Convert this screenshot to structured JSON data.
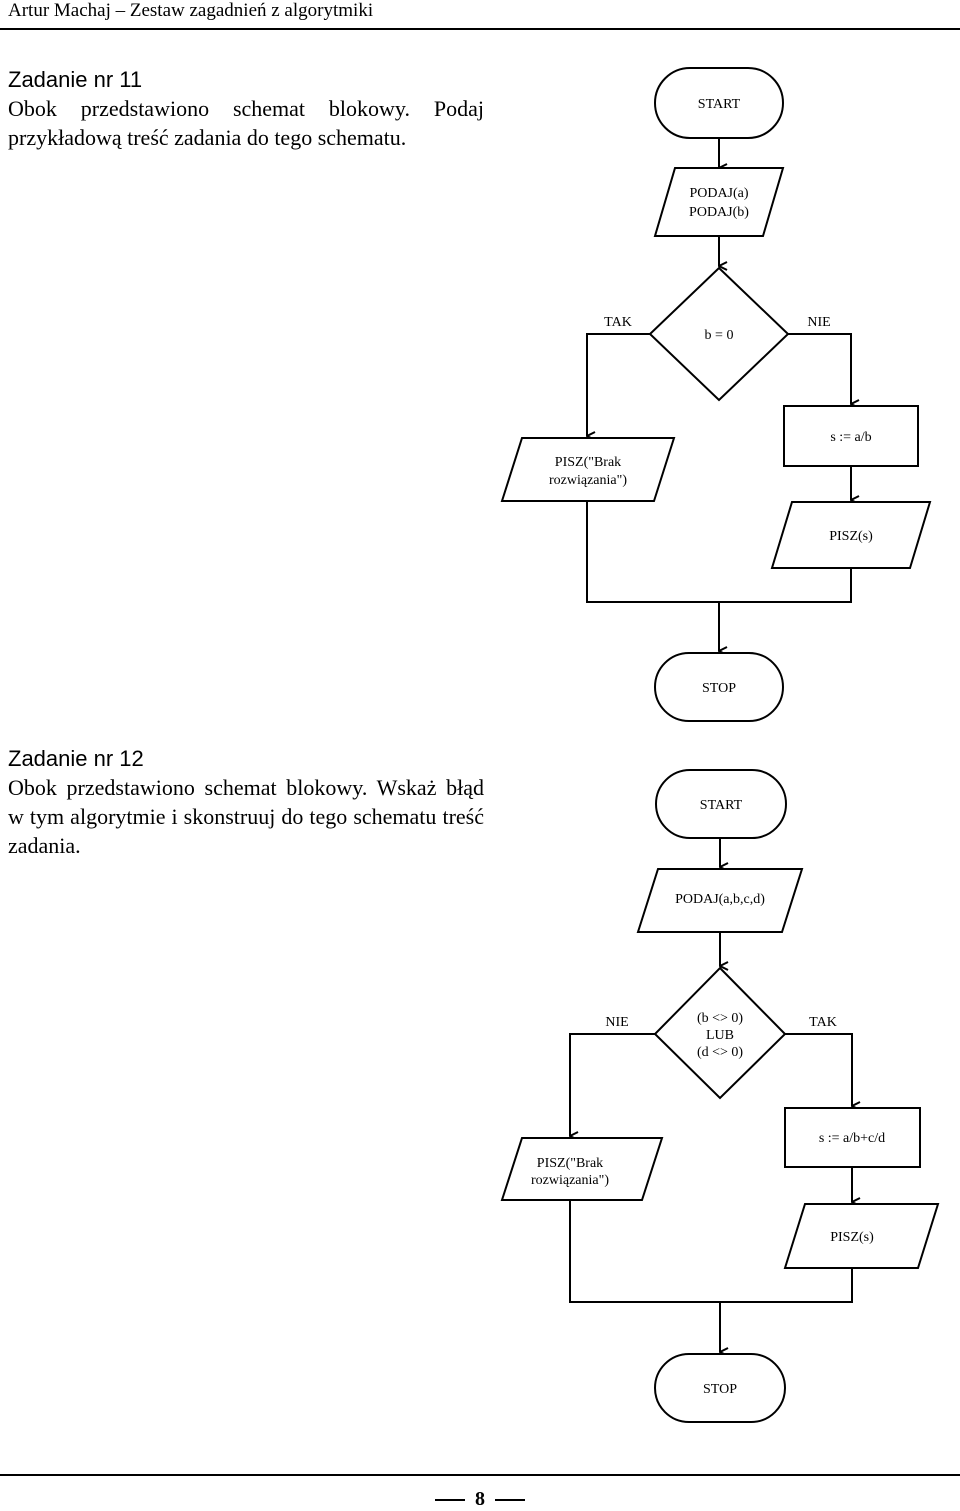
{
  "header": {
    "text": "Artur Machaj – Zestaw zagadnień z algorytmiki"
  },
  "task11": {
    "title": "Zadanie nr 11",
    "body": "Obok przedstawiono schemat blokowy. Podaj przykładową treść zadania do tego schematu.",
    "flow": {
      "start": "START",
      "input1": "PODAJ(a)",
      "input2": "PODAJ(b)",
      "condition": "b = 0",
      "yes_label": "TAK",
      "no_label": "NIE",
      "error_line1": "PISZ(\"Brak",
      "error_line2": "rozwiązania\")",
      "assign": "s := a/b",
      "output": "PISZ(s)",
      "stop": "STOP"
    }
  },
  "task12": {
    "title": "Zadanie nr 12",
    "body": "Obok przedstawiono schemat blokowy. Wskaż błąd w tym algorytmie i skonstruuj do tego schematu treść zadania.",
    "flow": {
      "start": "START",
      "input": "PODAJ(a,b,c,d)",
      "cond_line1": "(b <> 0)",
      "cond_line2": "LUB",
      "cond_line3": "(d <> 0)",
      "left_label": "NIE",
      "right_label": "TAK",
      "error_line1": "PISZ(\"Brak",
      "error_line2": "rozwiązania\")",
      "assign": "s := a/b+c/d",
      "output": "PISZ(s)",
      "stop": "STOP"
    }
  },
  "footer": {
    "page_number": "8"
  }
}
